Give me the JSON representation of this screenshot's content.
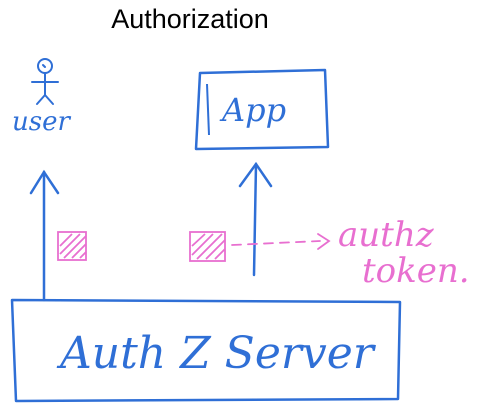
{
  "title": "Authorization",
  "actors": {
    "user_label": "user"
  },
  "nodes": {
    "app_label": "App",
    "server_label": "Auth Z Server"
  },
  "annotation": {
    "line1": "authz",
    "line2": "token."
  },
  "colors": {
    "ink_blue": "#2f6fd6",
    "ink_pink": "#e86fd0",
    "title_black": "#000000"
  }
}
